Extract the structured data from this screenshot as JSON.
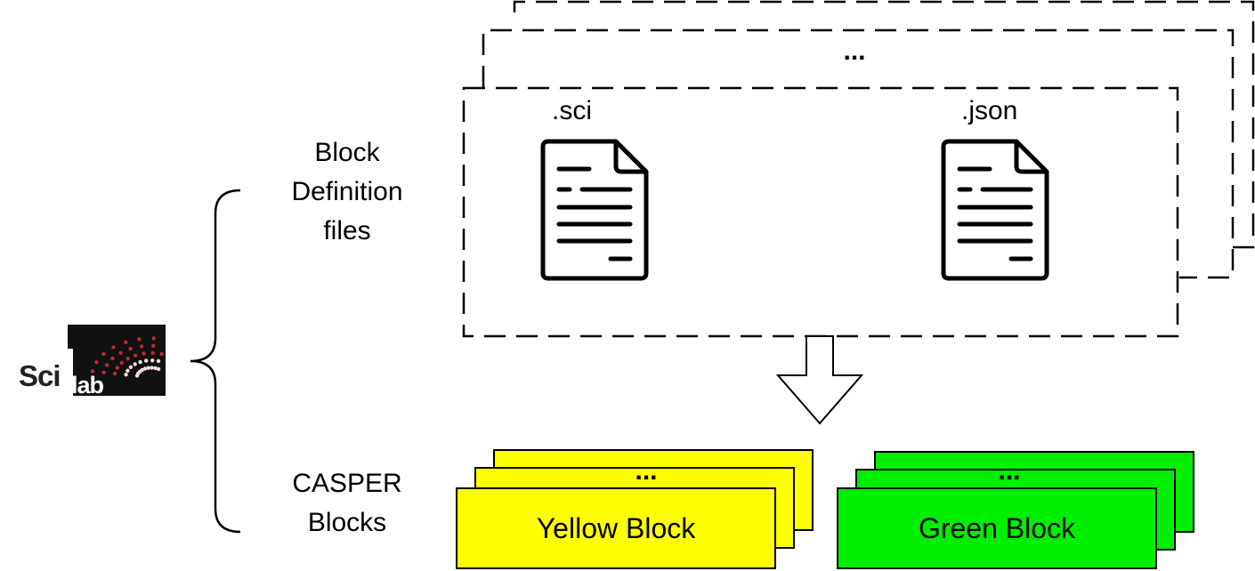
{
  "labels": {
    "block_definition": [
      "Block",
      "Definition",
      "files"
    ],
    "casper_blocks": [
      "CASPER",
      "Blocks"
    ],
    "sci_ext": ".sci",
    "json_ext": ".json",
    "stack_ellipsis": "...",
    "yellow_ellipsis": "...",
    "green_ellipsis": "..."
  },
  "blocks": {
    "yellow": {
      "label": "Yellow Block",
      "color": "#ffff00"
    },
    "green": {
      "label": "Green Block",
      "color": "#00ee00"
    }
  },
  "logo": {
    "text_sci": "Sci",
    "text_lab": "lab",
    "bg_color": "#111111",
    "dot_color_red": "#c0282e",
    "dot_color_light": "#f2dede"
  },
  "icons": [
    "document-icon",
    "document-icon",
    "down-arrow-icon",
    "curly-brace-icon"
  ]
}
